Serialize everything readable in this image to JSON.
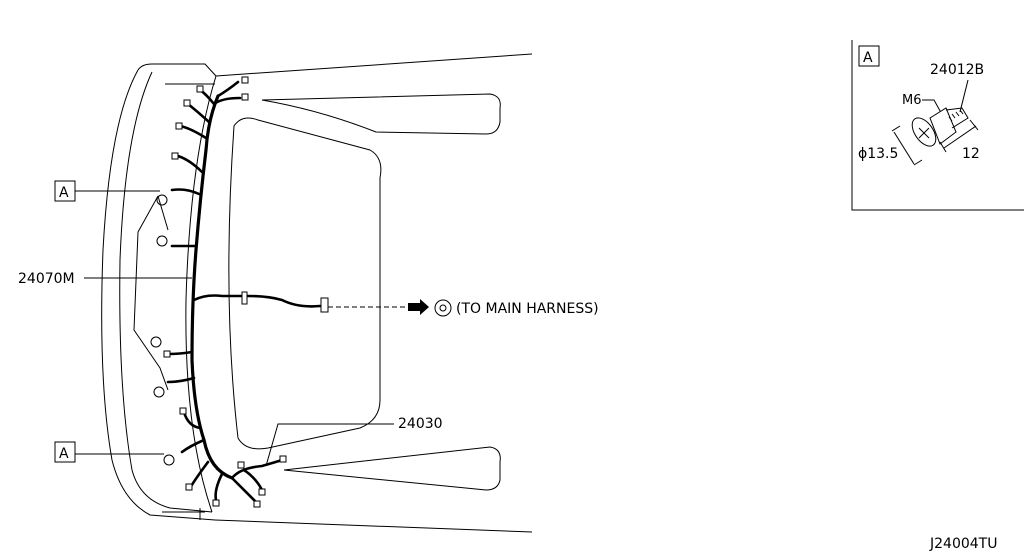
{
  "labels": {
    "callout_a": "A",
    "harness_part": "24070M",
    "bracket_part": "24030",
    "main_harness_note": "(TO MAIN HARNESS)",
    "bolt_part": "24012B",
    "bolt_thread": "M6",
    "bolt_diameter": "ϕ13.5",
    "bolt_length": "12",
    "drawing_code": "J24004TU"
  },
  "icons": {
    "main_harness_arrow": "arrow-right-icon",
    "main_harness_symbol": "circled-a-icon"
  }
}
